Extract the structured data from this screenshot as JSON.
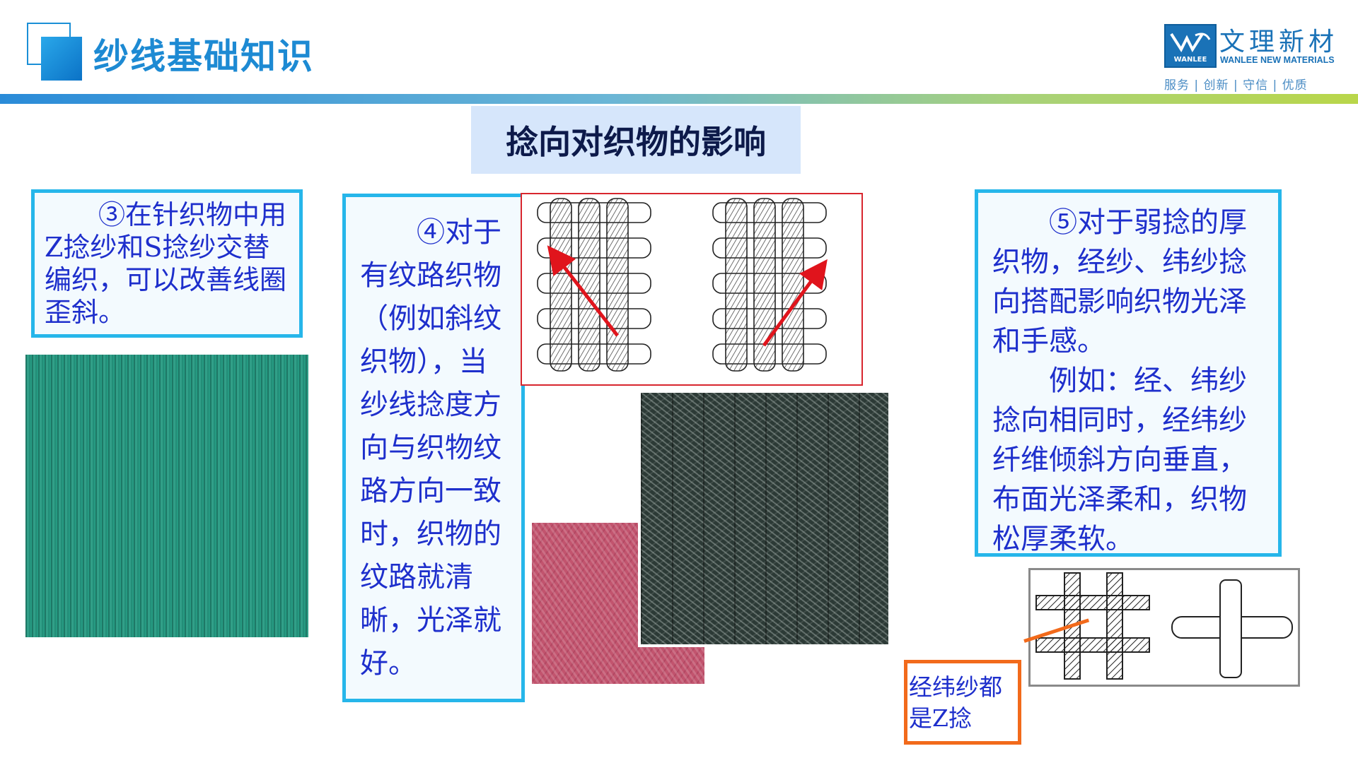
{
  "header": {
    "title": "纱线基础知识"
  },
  "logo": {
    "mark_text": "WANLEE",
    "name_cn": "文理新材",
    "name_en": "WANLEE NEW MATERIALS",
    "slogan": "服务 | 创新 | 守信 | 优质"
  },
  "section": {
    "heading": "捻向对织物的影响"
  },
  "box3": {
    "text": "③在针织物中用Z捻纱和S捻纱交替编织，可以改善线圈歪斜。"
  },
  "box4": {
    "text": "④对于有纹路织物（例如斜纹织物），当纱线捻度方向与织物纹路方向一致时，织物的纹路就清晰，光泽就好。"
  },
  "box5": {
    "paragraph1": "⑤对于弱捻的厚织物，经纱、纬纱捻向搭配影响织物光泽和手感。",
    "paragraph2": "例如：经、纬纱捻向相同时，经纬纱纤维倾斜方向垂直，布面光泽柔和，织物松厚柔软。"
  },
  "callout": {
    "text": "经纬纱都是Z捻"
  },
  "colors": {
    "title_blue": "#1d8ad3",
    "box_border": "#26b6ea",
    "body_text": "#1e2fcc",
    "callout_orange": "#f26a1b",
    "arrow_red": "#e0141c"
  }
}
